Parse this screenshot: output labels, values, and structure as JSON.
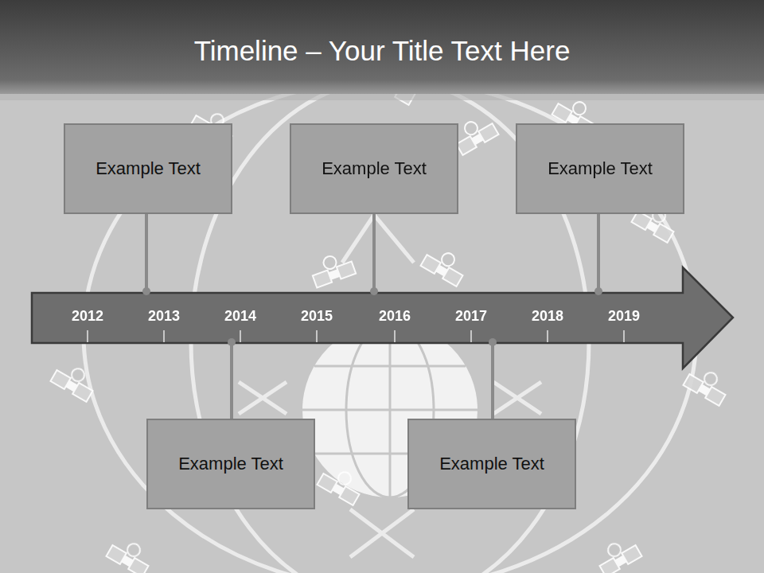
{
  "diagram": {
    "title": "Timeline – Your Title Text Here",
    "nodes": [
      {
        "text": [
          "Example Text"
        ]
      },
      {
        "text": [
          "Example Text"
        ]
      },
      {
        "text": [
          "Example Text"
        ]
      },
      {
        "text": [
          "Example Text"
        ]
      },
      {
        "text": [
          "Example Text"
        ]
      }
    ],
    "labels": [
      "2012",
      "2013",
      "2014",
      "2015",
      "2016",
      "2017",
      "2018",
      "2019"
    ]
  }
}
